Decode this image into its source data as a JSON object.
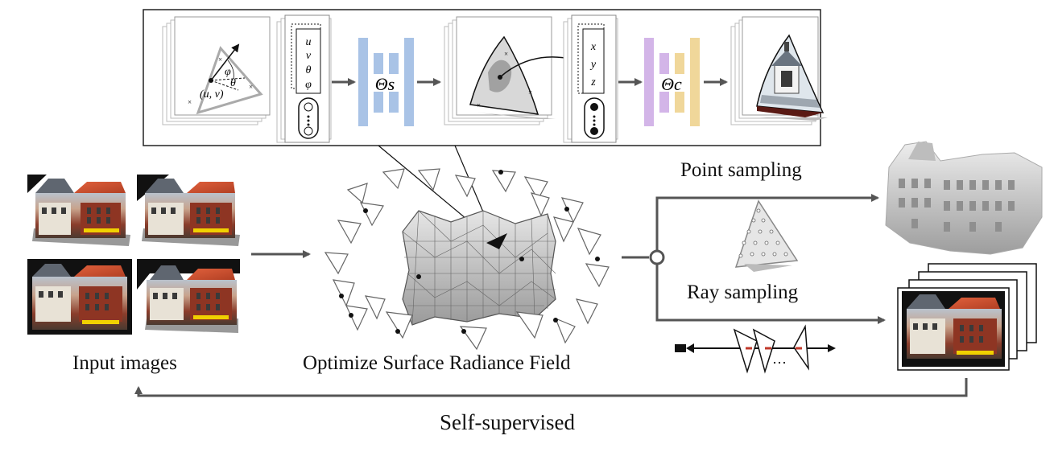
{
  "labels": {
    "input_images": "Input images",
    "optimize": "Optimize Surface Radiance Field",
    "point_sampling": "Point sampling",
    "ray_sampling": "Ray sampling",
    "self_supervised": "Self-supervised"
  },
  "inset": {
    "coord_label": "(u, v)",
    "phi": "φ",
    "theta": "θ",
    "input_vector": [
      "u",
      "v",
      "θ",
      "φ"
    ],
    "net_s": "Θs",
    "net_c": "Θc",
    "xyz_vector": [
      "x",
      "y",
      "z"
    ]
  },
  "ray": {
    "ellipsis": "···"
  },
  "colors": {
    "arrow": "#555555",
    "net_s": "#a9c3e6",
    "net_c_purple": "#d3b5e8",
    "net_c_yellow": "#f0d79a",
    "ray_red": "#c0392b",
    "dark": "#111111"
  },
  "icons": [
    "camera-icon",
    "arrow-head-icon"
  ]
}
